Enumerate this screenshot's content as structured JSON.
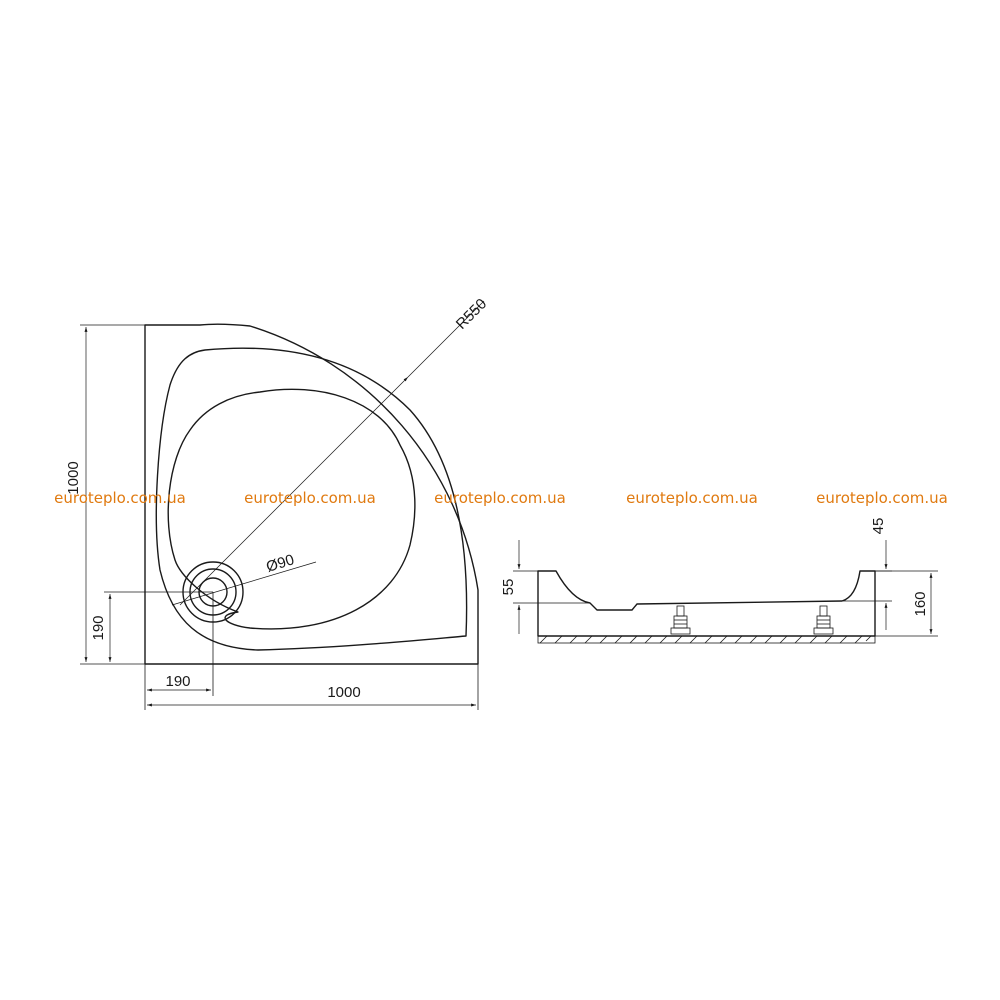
{
  "watermark": {
    "text": "euroteplo.com.ua",
    "color": "#e07a10"
  },
  "plan_view": {
    "overall_height_label": "1000",
    "overall_width_label": "1000",
    "drain_offset_x_label": "190",
    "drain_offset_y_label": "190",
    "radius_label": "R550",
    "drain_diameter_label": "Ø90"
  },
  "section_view": {
    "bowl_depth_label": "55",
    "rim_height_label": "45",
    "total_height_label": "160"
  }
}
